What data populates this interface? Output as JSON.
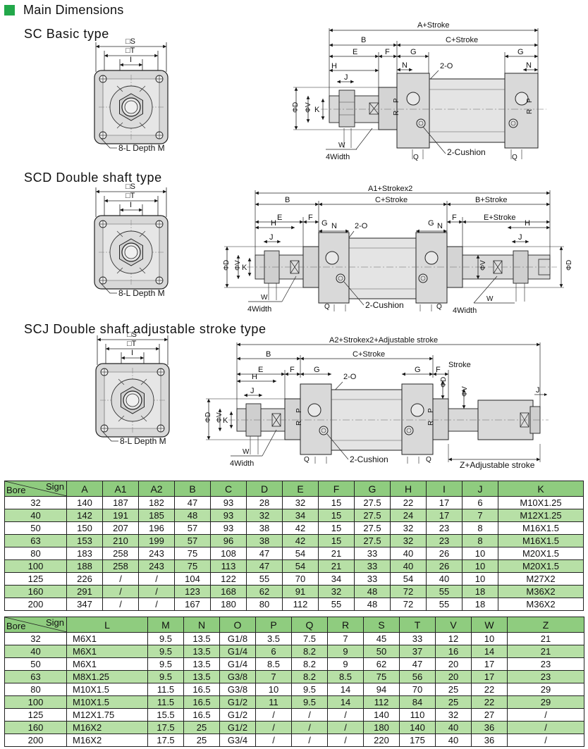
{
  "header": {
    "title": "Main Dimensions"
  },
  "sections": {
    "sc": {
      "title": "SC Basic type"
    },
    "scd": {
      "title": "SCD Double shaft type"
    },
    "scj": {
      "title": "SCJ Double shaft adjustable stroke type"
    }
  },
  "front_labels": {
    "s": "□S",
    "t": "□T",
    "i": "I",
    "depth": "8-L Depth M"
  },
  "sc_labels": {
    "a_stroke": "A+Stroke",
    "b": "B",
    "c_stroke": "C+Stroke",
    "e": "E",
    "f": "F",
    "g": "G",
    "h": "H",
    "j": "J",
    "n": "N",
    "port": "2-O",
    "dv": "ΦV",
    "dd": "ΦD",
    "k": "K",
    "r": "R",
    "p": "P",
    "w": "W",
    "width": "4Width",
    "q": "Q",
    "cushion": "2-Cushion"
  },
  "scd_labels": {
    "a1": "A1+Strokex2",
    "b": "B",
    "c_stroke": "C+Stroke",
    "b_stroke": "B+Stroke",
    "e": "E",
    "f": "F",
    "e_stroke": "E+Stroke",
    "h": "H",
    "g": "G",
    "n": "N",
    "port": "2-O",
    "j": "J",
    "dv": "ΦV",
    "dd": "ΦD",
    "k": "K",
    "w": "W",
    "width": "4Width",
    "q": "Q",
    "cushion": "2-Cushion"
  },
  "scj_labels": {
    "a2": "A2+Strokex2+Adjustable stroke",
    "b": "B",
    "c_stroke": "C+Stroke",
    "e": "E",
    "f": "F",
    "g": "G",
    "stroke": "Stroke",
    "h": "H",
    "port": "2-O",
    "j": "J",
    "dv": "ΦV",
    "dd": "ΦD",
    "k": "K",
    "r": "R",
    "p": "P",
    "w": "W",
    "width": "4Width",
    "q": "Q",
    "cushion": "2-Cushion",
    "z": "Z+Adjustable stroke"
  },
  "table1": {
    "bore_label": "Bore",
    "sign_label": "Sign",
    "headers": [
      "A",
      "A1",
      "A2",
      "B",
      "C",
      "D",
      "E",
      "F",
      "G",
      "H",
      "I",
      "J",
      "K"
    ],
    "rows": [
      [
        "32",
        "140",
        "187",
        "182",
        "47",
        "93",
        "28",
        "32",
        "15",
        "27.5",
        "22",
        "17",
        "6",
        "M10X1.25"
      ],
      [
        "40",
        "142",
        "191",
        "185",
        "48",
        "93",
        "32",
        "34",
        "15",
        "27.5",
        "24",
        "17",
        "7",
        "M12X1.25"
      ],
      [
        "50",
        "150",
        "207",
        "196",
        "57",
        "93",
        "38",
        "42",
        "15",
        "27.5",
        "32",
        "23",
        "8",
        "M16X1.5"
      ],
      [
        "63",
        "153",
        "210",
        "199",
        "57",
        "96",
        "38",
        "42",
        "15",
        "27.5",
        "32",
        "23",
        "8",
        "M16X1.5"
      ],
      [
        "80",
        "183",
        "258",
        "243",
        "75",
        "108",
        "47",
        "54",
        "21",
        "33",
        "40",
        "26",
        "10",
        "M20X1.5"
      ],
      [
        "100",
        "188",
        "258",
        "243",
        "75",
        "113",
        "47",
        "54",
        "21",
        "33",
        "40",
        "26",
        "10",
        "M20X1.5"
      ],
      [
        "125",
        "226",
        "/",
        "/",
        "104",
        "122",
        "55",
        "70",
        "34",
        "33",
        "54",
        "40",
        "10",
        "M27X2"
      ],
      [
        "160",
        "291",
        "/",
        "/",
        "123",
        "168",
        "62",
        "91",
        "32",
        "48",
        "72",
        "55",
        "18",
        "M36X2"
      ],
      [
        "200",
        "347",
        "/",
        "/",
        "167",
        "180",
        "80",
        "112",
        "55",
        "48",
        "72",
        "55",
        "18",
        "M36X2"
      ]
    ]
  },
  "table2": {
    "bore_label": "Bore",
    "sign_label": "Sign",
    "headers": [
      "L",
      "M",
      "N",
      "O",
      "P",
      "Q",
      "R",
      "S",
      "T",
      "V",
      "W",
      "Z"
    ],
    "rows": [
      [
        "32",
        "M6X1",
        "9.5",
        "13.5",
        "G1/8",
        "3.5",
        "7.5",
        "7",
        "45",
        "33",
        "12",
        "10",
        "21"
      ],
      [
        "40",
        "M6X1",
        "9.5",
        "13.5",
        "G1/4",
        "6",
        "8.2",
        "9",
        "50",
        "37",
        "16",
        "14",
        "21"
      ],
      [
        "50",
        "M6X1",
        "9.5",
        "13.5",
        "G1/4",
        "8.5",
        "8.2",
        "9",
        "62",
        "47",
        "20",
        "17",
        "23"
      ],
      [
        "63",
        "M8X1.25",
        "9.5",
        "13.5",
        "G3/8",
        "7",
        "8.2",
        "8.5",
        "75",
        "56",
        "20",
        "17",
        "23"
      ],
      [
        "80",
        "M10X1.5",
        "11.5",
        "16.5",
        "G3/8",
        "10",
        "9.5",
        "14",
        "94",
        "70",
        "25",
        "22",
        "29"
      ],
      [
        "100",
        "M10X1.5",
        "11.5",
        "16.5",
        "G1/2",
        "11",
        "9.5",
        "14",
        "112",
        "84",
        "25",
        "22",
        "29"
      ],
      [
        "125",
        "M12X1.75",
        "15.5",
        "16.5",
        "G1/2",
        "/",
        "/",
        "/",
        "140",
        "110",
        "32",
        "27",
        "/"
      ],
      [
        "160",
        "M16X2",
        "17.5",
        "25",
        "G1/2",
        "/",
        "/",
        "/",
        "180",
        "140",
        "40",
        "36",
        "/"
      ],
      [
        "200",
        "M16X2",
        "17.5",
        "25",
        "G3/4",
        "/",
        "/",
        "/",
        "220",
        "175",
        "40",
        "36",
        "/"
      ]
    ]
  }
}
